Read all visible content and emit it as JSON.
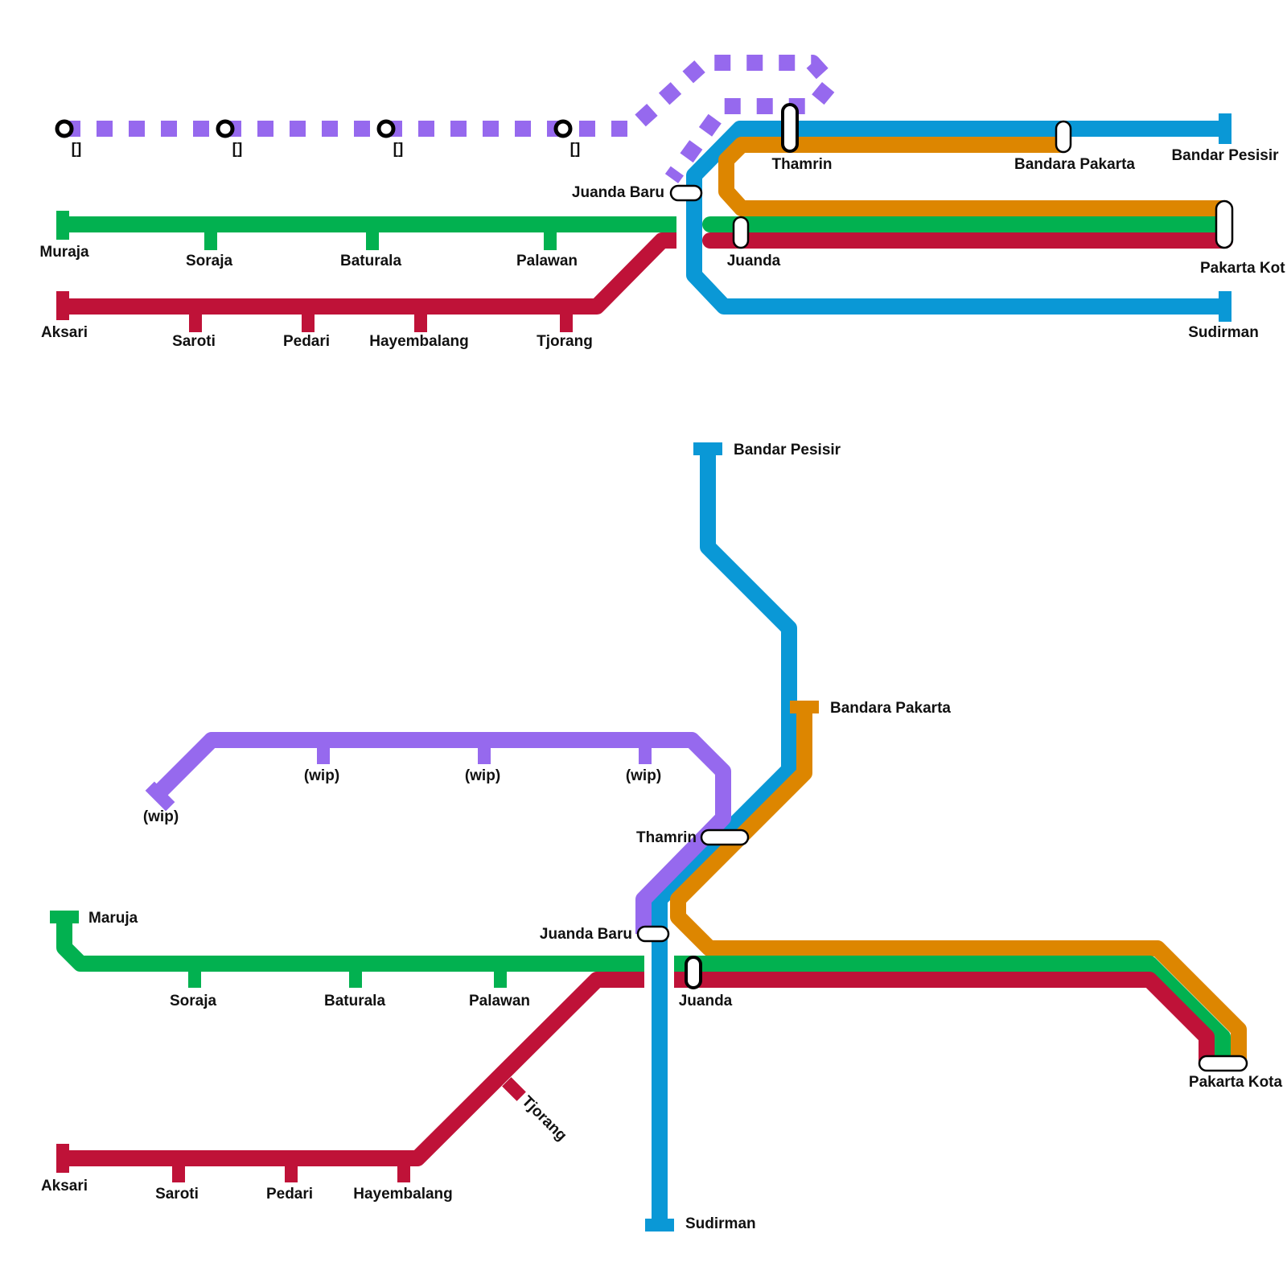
{
  "colors": {
    "green": "#02b150",
    "red": "#bf1238",
    "blue": "#0a98d6",
    "orange": "#dd8600",
    "purple": "#9669ee"
  },
  "legend_lines": [
    "green",
    "red",
    "blue",
    "orange",
    "purple"
  ],
  "map_top": {
    "stations": {
      "muraja": "Muraja",
      "soraja": "Soraja",
      "baturala": "Baturala",
      "palawan": "Palawan",
      "aksari": "Aksari",
      "saroti": "Saroti",
      "pedari": "Pedari",
      "hayembalang": "Hayembalang",
      "tjorang": "Tjorang",
      "juanda_baru": "Juanda Baru",
      "juanda": "Juanda",
      "thamrin": "Thamrin",
      "bandara_pakarta": "Bandara Pakarta",
      "bandar_pesisir": "Bandar Pesisir",
      "pakarta_kota": "Pakarta Kot",
      "sudirman": "Sudirman"
    },
    "future_stations": [
      "[]",
      "[]",
      "[]",
      "[]"
    ]
  },
  "map_bottom": {
    "stations": {
      "bandar_pesisir": "Bandar Pesisir",
      "bandara_pakarta": "Bandara Pakarta",
      "wip_1": "(wip)",
      "wip_2": "(wip)",
      "wip_3": "(wip)",
      "wip_4": "(wip)",
      "thamrin": "Thamrin",
      "maruja": "Maruja",
      "soraja": "Soraja",
      "baturala": "Baturala",
      "palawan": "Palawan",
      "juanda_baru": "Juanda Baru",
      "juanda": "Juanda",
      "pakarta_kota": "Pakarta Kota",
      "tjorang": "Tjorang",
      "aksari": "Aksari",
      "saroti": "Saroti",
      "pedari": "Pedari",
      "hayembalang": "Hayembalang",
      "sudirman": "Sudirman"
    }
  }
}
